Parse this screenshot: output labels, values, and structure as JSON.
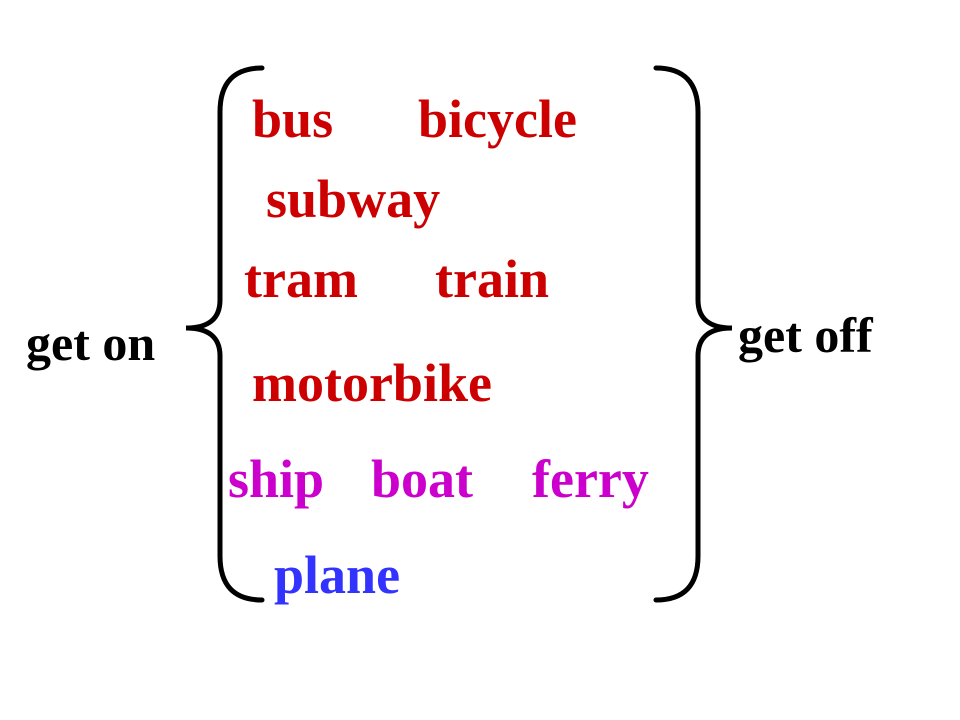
{
  "left_label": "get on",
  "right_label": "get off",
  "colors": {
    "red": "#cc0000",
    "magenta": "#cc00cc",
    "blue": "#3333ff",
    "black": "#000000"
  },
  "words": {
    "bus": "bus",
    "bicycle": "bicycle",
    "subway": "subway",
    "tram": "tram",
    "train": "train",
    "motorbike": "motorbike",
    "ship": "ship",
    "boat": "boat",
    "ferry": "ferry",
    "plane": "plane"
  }
}
